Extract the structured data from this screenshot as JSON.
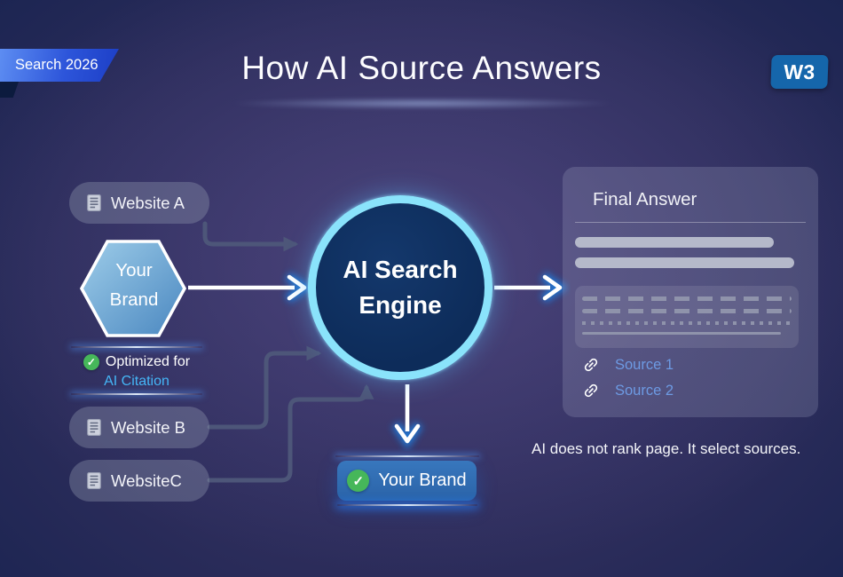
{
  "badge": {
    "label": "Search 2026"
  },
  "header": {
    "title": "How AI Source Answers"
  },
  "logo": {
    "label": "W3"
  },
  "nodes": {
    "website_a": {
      "label": "Website A"
    },
    "website_b": {
      "label": "Website B"
    },
    "website_c": {
      "label": "WebsiteC"
    },
    "your_brand_hex": {
      "line1": "Your",
      "line2": "Brand"
    },
    "optimized": {
      "line1": "Optimized for",
      "line2": "AI Citation"
    },
    "engine": {
      "line1": "AI Search",
      "line2": "Engine"
    },
    "result_brand": {
      "label": "Your Brand"
    }
  },
  "final_answer": {
    "title": "Final Answer",
    "sources": [
      {
        "label": "Source 1"
      },
      {
        "label": "Source 2"
      }
    ]
  },
  "caption": "AI does not rank page. It select sources.",
  "icons": {
    "check": "✓"
  },
  "colors": {
    "accent_blue": "#2f96ff",
    "cyan_ring": "#8ae3fb",
    "link_blue": "#6d9ae3",
    "citation_blue": "#45b6f7",
    "success_green": "#46b75a",
    "button_blue": "#2e6cb3",
    "badge_blue": "#2a51d8",
    "logo_blue": "#1566ab"
  }
}
